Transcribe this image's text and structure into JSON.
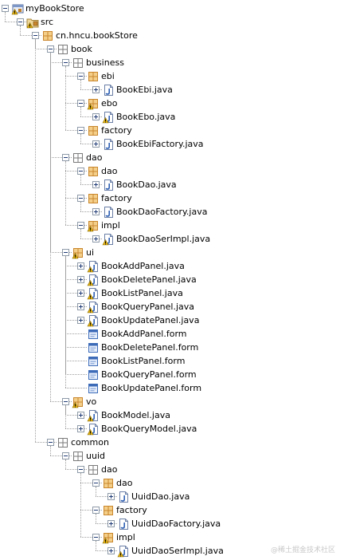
{
  "tree": {
    "rows": [
      {
        "label": "myBookStore",
        "kind": "project",
        "depth": 0,
        "expand": "minus"
      },
      {
        "label": "src",
        "kind": "srcfolder",
        "depth": 1,
        "expand": "minus"
      },
      {
        "label": "cn.hncu.bookStore",
        "kind": "package",
        "depth": 2,
        "expand": "minus"
      },
      {
        "label": "book",
        "kind": "package-empty",
        "depth": 3,
        "expand": "minus"
      },
      {
        "label": "business",
        "kind": "package-empty",
        "depth": 4,
        "expand": "minus"
      },
      {
        "label": "ebi",
        "kind": "package",
        "depth": 5,
        "expand": "minus"
      },
      {
        "label": "BookEbi.java",
        "kind": "java",
        "depth": 6,
        "expand": "plus"
      },
      {
        "label": "ebo",
        "kind": "package-warn",
        "depth": 5,
        "expand": "minus"
      },
      {
        "label": "BookEbo.java",
        "kind": "java-warn",
        "depth": 6,
        "expand": "plus"
      },
      {
        "label": "factory",
        "kind": "package",
        "depth": 5,
        "expand": "minus"
      },
      {
        "label": "BookEbiFactory.java",
        "kind": "java",
        "depth": 6,
        "expand": "plus"
      },
      {
        "label": "dao",
        "kind": "package-empty",
        "depth": 4,
        "expand": "minus"
      },
      {
        "label": "dao",
        "kind": "package",
        "depth": 5,
        "expand": "minus"
      },
      {
        "label": "BookDao.java",
        "kind": "java",
        "depth": 6,
        "expand": "plus"
      },
      {
        "label": "factory",
        "kind": "package",
        "depth": 5,
        "expand": "minus"
      },
      {
        "label": "BookDaoFactory.java",
        "kind": "java",
        "depth": 6,
        "expand": "plus"
      },
      {
        "label": "impl",
        "kind": "package-warn",
        "depth": 5,
        "expand": "minus"
      },
      {
        "label": "BookDaoSerImpl.java",
        "kind": "java-warn",
        "depth": 6,
        "expand": "plus"
      },
      {
        "label": "ui",
        "kind": "package-warn",
        "depth": 4,
        "expand": "minus"
      },
      {
        "label": "BookAddPanel.java",
        "kind": "java-warn",
        "depth": 5,
        "expand": "plus"
      },
      {
        "label": "BookDeletePanel.java",
        "kind": "java-warn",
        "depth": 5,
        "expand": "plus"
      },
      {
        "label": "BookListPanel.java",
        "kind": "java-warn",
        "depth": 5,
        "expand": "plus"
      },
      {
        "label": "BookQueryPanel.java",
        "kind": "java-warn",
        "depth": 5,
        "expand": "plus"
      },
      {
        "label": "BookUpdatePanel.java",
        "kind": "java-warn",
        "depth": 5,
        "expand": "plus"
      },
      {
        "label": "BookAddPanel.form",
        "kind": "form",
        "depth": 5,
        "expand": "none"
      },
      {
        "label": "BookDeletePanel.form",
        "kind": "form",
        "depth": 5,
        "expand": "none"
      },
      {
        "label": "BookListPanel.form",
        "kind": "form",
        "depth": 5,
        "expand": "none"
      },
      {
        "label": "BookQueryPanel.form",
        "kind": "form",
        "depth": 5,
        "expand": "none"
      },
      {
        "label": "BookUpdatePanel.form",
        "kind": "form",
        "depth": 5,
        "expand": "none"
      },
      {
        "label": "vo",
        "kind": "package-warn",
        "depth": 4,
        "expand": "minus"
      },
      {
        "label": "BookModel.java",
        "kind": "java-warn",
        "depth": 5,
        "expand": "plus"
      },
      {
        "label": "BookQueryModel.java",
        "kind": "java-warn",
        "depth": 5,
        "expand": "plus"
      },
      {
        "label": "common",
        "kind": "package-empty",
        "depth": 3,
        "expand": "minus"
      },
      {
        "label": "uuid",
        "kind": "package-empty",
        "depth": 4,
        "expand": "minus"
      },
      {
        "label": "dao",
        "kind": "package-empty",
        "depth": 5,
        "expand": "minus"
      },
      {
        "label": "dao",
        "kind": "package",
        "depth": 6,
        "expand": "minus"
      },
      {
        "label": "UuidDao.java",
        "kind": "java",
        "depth": 7,
        "expand": "plus"
      },
      {
        "label": "factory",
        "kind": "package",
        "depth": 6,
        "expand": "minus"
      },
      {
        "label": "UuidDaoFactory.java",
        "kind": "java",
        "depth": 7,
        "expand": "plus"
      },
      {
        "label": "impl",
        "kind": "package-warn",
        "depth": 6,
        "expand": "minus"
      },
      {
        "label": "UuidDaoSerImpl.java",
        "kind": "java-warn",
        "depth": 7,
        "expand": "plus"
      }
    ]
  },
  "watermark": "@稀土掘金技术社区",
  "colors": {
    "package": "#c9862c",
    "java_blue": "#2d5fb4",
    "warn": "#e3b20e",
    "line": "#a0a0a0"
  }
}
